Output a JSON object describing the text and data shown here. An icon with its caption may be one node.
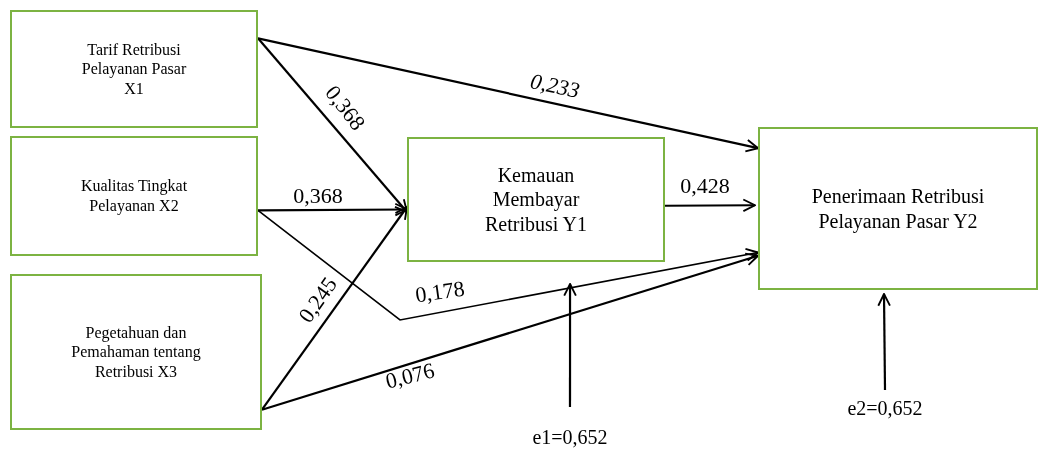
{
  "diagram": {
    "nodes": [
      {
        "text": [
          "Tarif Retribusi Pelayanan Pasar X1"
        ]
      },
      {
        "text": [
          "Kualitas Tingkat Pelayanan X2"
        ]
      },
      {
        "text": [
          "Pegetahuan dan Pemahaman tentang Retribusi X3"
        ]
      },
      {
        "text": [
          "Kemauan Membayar Retribusi Y1"
        ]
      },
      {
        "text": [
          "Penerimaan Retribusi Pelayanan Pasar Y2"
        ]
      },
      {
        "text": [
          "e1=0,652"
        ]
      },
      {
        "text": [
          "e2=0,652"
        ]
      }
    ],
    "edges": [
      {
        "from": 0,
        "to": 3,
        "arrow": "to",
        "label": "0,368"
      },
      {
        "from": 0,
        "to": 4,
        "arrow": "to",
        "label": "0,233"
      },
      {
        "from": 1,
        "to": 3,
        "arrow": "to",
        "label": "0,368"
      },
      {
        "from": 1,
        "to": 4,
        "arrow": "to",
        "label": "0,178"
      },
      {
        "from": 2,
        "to": 3,
        "arrow": "to",
        "label": "0,245"
      },
      {
        "from": 2,
        "to": 4,
        "arrow": "to",
        "label": "0,076"
      },
      {
        "from": 3,
        "to": 4,
        "arrow": "to",
        "label": "0,428"
      },
      {
        "from": 5,
        "to": 3,
        "arrow": "to"
      },
      {
        "from": 6,
        "to": 4,
        "arrow": "to"
      }
    ]
  }
}
